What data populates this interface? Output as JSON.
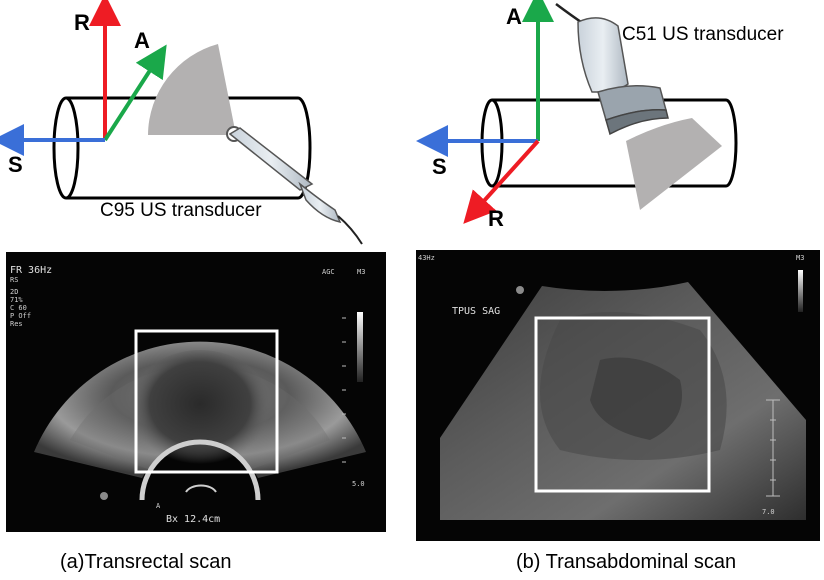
{
  "panel_a": {
    "axes": {
      "r": "R",
      "a": "A",
      "s": "S"
    },
    "transducer_label": "C95 US transducer",
    "caption": "(a)Transrectal scan",
    "us_overlay": {
      "top_left": "FR 36Hz",
      "sub_left": "RS",
      "mode": "2D",
      "gain": "71%",
      "c": "C 60",
      "p": "P Off",
      "res": "Res",
      "agc": "AGC",
      "map": "M3",
      "depth": "5.0",
      "bottom": "Bx 12.4cm",
      "marker": "A"
    }
  },
  "panel_b": {
    "axes": {
      "r": "R",
      "a": "A",
      "s": "S"
    },
    "transducer_label": "C51 US transducer",
    "caption": "(b) Transabdominal scan",
    "us_overlay": {
      "top_left": "43Hz",
      "annotation": "TPUS SAG",
      "map": "M3",
      "depth": "7.0"
    }
  },
  "colors": {
    "r_axis": "#ee1c24",
    "a_axis": "#1aa84a",
    "s_axis": "#3a6fd8",
    "roi_box": "#ffffff",
    "fan": "#b3b1b1"
  }
}
